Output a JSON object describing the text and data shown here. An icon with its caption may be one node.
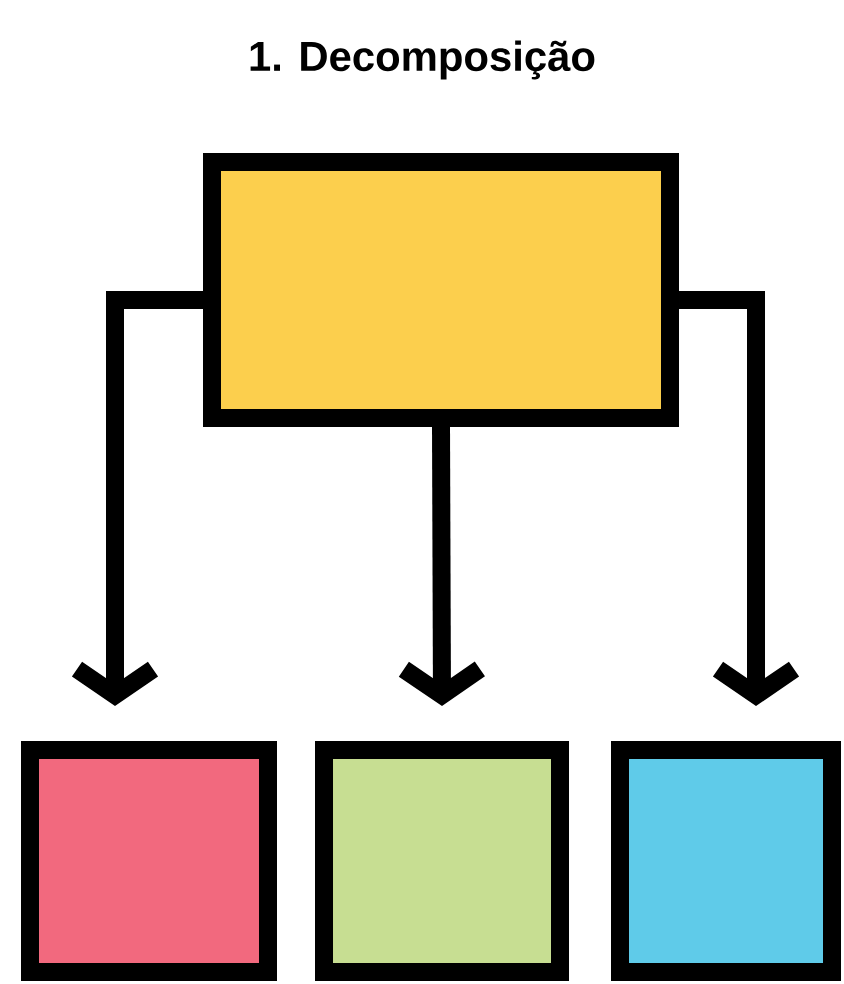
{
  "diagram": {
    "title": "1. Decomposição",
    "nodes": [
      {
        "text": [],
        "shape": "box"
      },
      {
        "text": [],
        "shape": "box"
      },
      {
        "text": [],
        "shape": "box"
      },
      {
        "text": [],
        "shape": "box"
      }
    ],
    "edges": [
      {
        "from": 0,
        "to": 1,
        "arrow": "to"
      },
      {
        "from": 0,
        "to": 2,
        "arrow": "to"
      },
      {
        "from": 0,
        "to": 3,
        "arrow": "to"
      }
    ]
  }
}
